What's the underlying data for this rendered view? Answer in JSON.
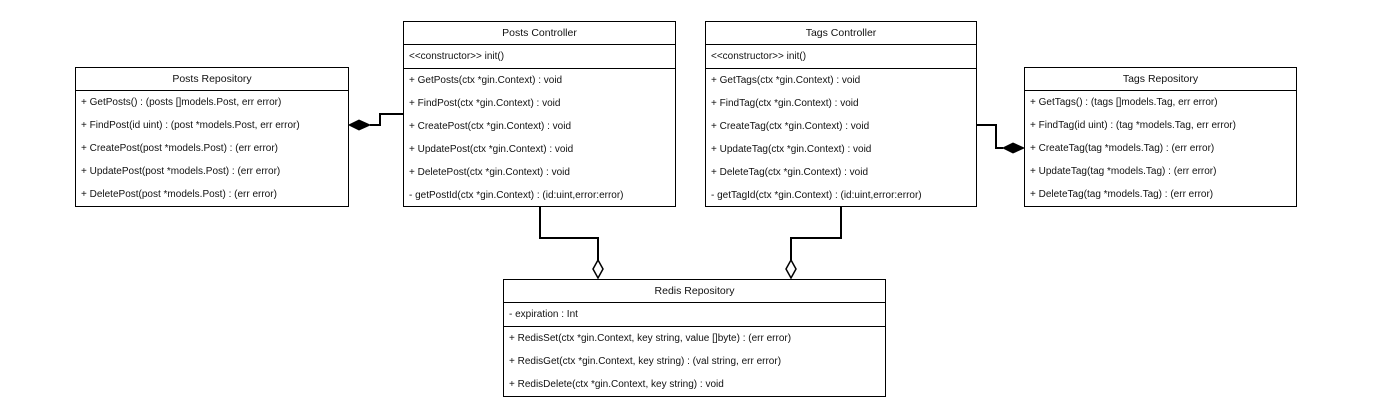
{
  "classes": {
    "posts_repository": {
      "title": "Posts Repository",
      "attributes": [],
      "methods": [
        "+ GetPosts() : (posts []models.Post, err error)",
        "+ FindPost(id uint) : (post *models.Post, err error)",
        "+ CreatePost(post *models.Post) : (err error)",
        "+ UpdatePost(post *models.Post) : (err error)",
        "+ DeletePost(post *models.Post) : (err error)"
      ]
    },
    "posts_controller": {
      "title": "Posts Controller",
      "attributes": [
        "<<constructor>> init()"
      ],
      "methods": [
        "+ GetPosts(ctx *gin.Context) : void",
        "+ FindPost(ctx *gin.Context) : void",
        "+ CreatePost(ctx *gin.Context) : void",
        "+ UpdatePost(ctx *gin.Context) : void",
        "+ DeletePost(ctx *gin.Context) : void",
        "- getPostId(ctx *gin.Context) : (id:uint,error:error)"
      ]
    },
    "tags_controller": {
      "title": "Tags Controller",
      "attributes": [
        "<<constructor>> init()"
      ],
      "methods": [
        "+ GetTags(ctx *gin.Context) : void",
        "+ FindTag(ctx *gin.Context) : void",
        "+ CreateTag(ctx *gin.Context) : void",
        "+ UpdateTag(ctx *gin.Context) : void",
        "+ DeleteTag(ctx *gin.Context) : void",
        "- getTagId(ctx *gin.Context) : (id:uint,error:error)"
      ]
    },
    "tags_repository": {
      "title": "Tags Repository",
      "attributes": [],
      "methods": [
        "+ GetTags() : (tags []models.Tag, err error)",
        "+ FindTag(id uint) : (tag *models.Tag, err error)",
        "+ CreateTag(tag *models.Tag) : (err error)",
        "+ UpdateTag(tag *models.Tag) : (err error)",
        "+ DeleteTag(tag *models.Tag) : (err error)"
      ]
    },
    "redis_repository": {
      "title": "Redis Repository",
      "attributes": [
        "- expiration : Int"
      ],
      "methods": [
        "+ RedisSet(ctx *gin.Context, key string, value []byte) : (err error)",
        "+ RedisGet(ctx *gin.Context, key string) : (val string, err error)",
        "+ RedisDelete(ctx *gin.Context, key string) : void"
      ]
    }
  }
}
